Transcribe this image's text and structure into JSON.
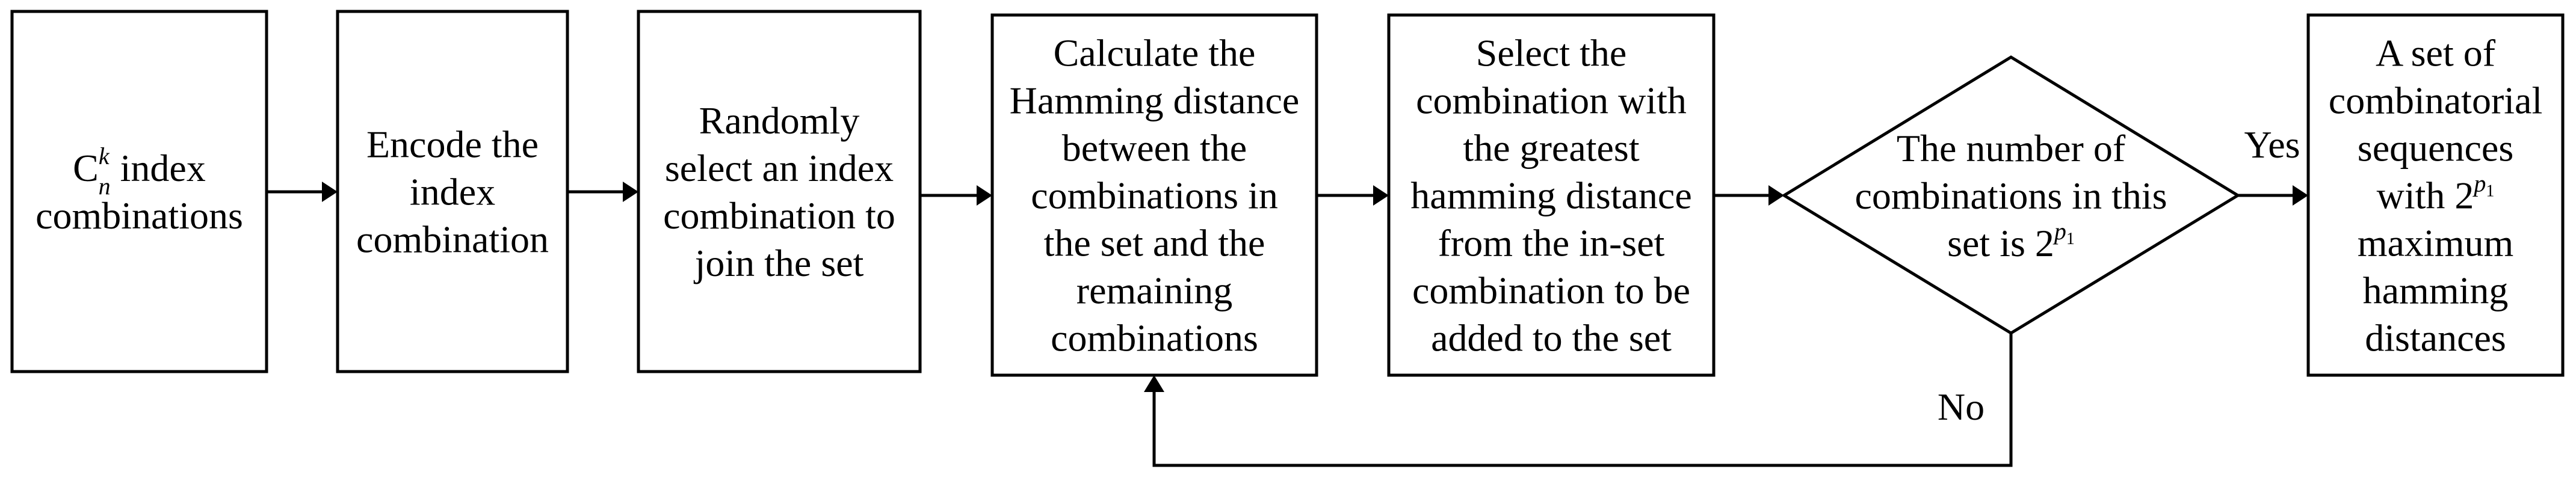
{
  "colors": {
    "stroke": "#000000",
    "fill": "#ffffff",
    "text": "#000000"
  },
  "nodes": [
    {
      "id": "index-combinations",
      "shape": "rect",
      "lines": [
        [
          {
            "t": "C"
          },
          {
            "t": "k",
            "s": "sup"
          },
          {
            "t": "n",
            "s": "sub"
          },
          {
            "t": " index"
          }
        ],
        "combinations"
      ]
    },
    {
      "id": "encode",
      "shape": "rect",
      "lines": [
        "Encode the",
        "index",
        "combination"
      ]
    },
    {
      "id": "random-select",
      "shape": "rect",
      "lines": [
        "Randomly",
        "select an index",
        "combination to",
        "join the set"
      ]
    },
    {
      "id": "calculate-hamming",
      "shape": "rect",
      "lines": [
        "Calculate the",
        "Hamming distance",
        "between the",
        "combinations in",
        "the set and the",
        "remaining",
        "combinations"
      ]
    },
    {
      "id": "select-greatest",
      "shape": "rect",
      "lines": [
        "Select the",
        "combination with",
        "the greatest",
        "hamming distance",
        "from the in-set",
        "combination to be",
        "added to the set"
      ]
    },
    {
      "id": "decision",
      "shape": "diamond",
      "lines": [
        "The number of",
        "combinations in this",
        [
          {
            "t": "set is 2"
          },
          {
            "t": "p",
            "s": "sup"
          },
          {
            "t": "1",
            "s": "supsub"
          }
        ]
      ]
    },
    {
      "id": "result-set",
      "shape": "rect",
      "lines": [
        "A set of",
        "combinatorial",
        "sequences",
        [
          {
            "t": "with 2"
          },
          {
            "t": "p",
            "s": "sup"
          },
          {
            "t": "1",
            "s": "supsub"
          }
        ],
        "maximum",
        "hamming",
        "distances"
      ]
    }
  ],
  "edges": {
    "yes_label": "Yes",
    "no_label": "No"
  }
}
